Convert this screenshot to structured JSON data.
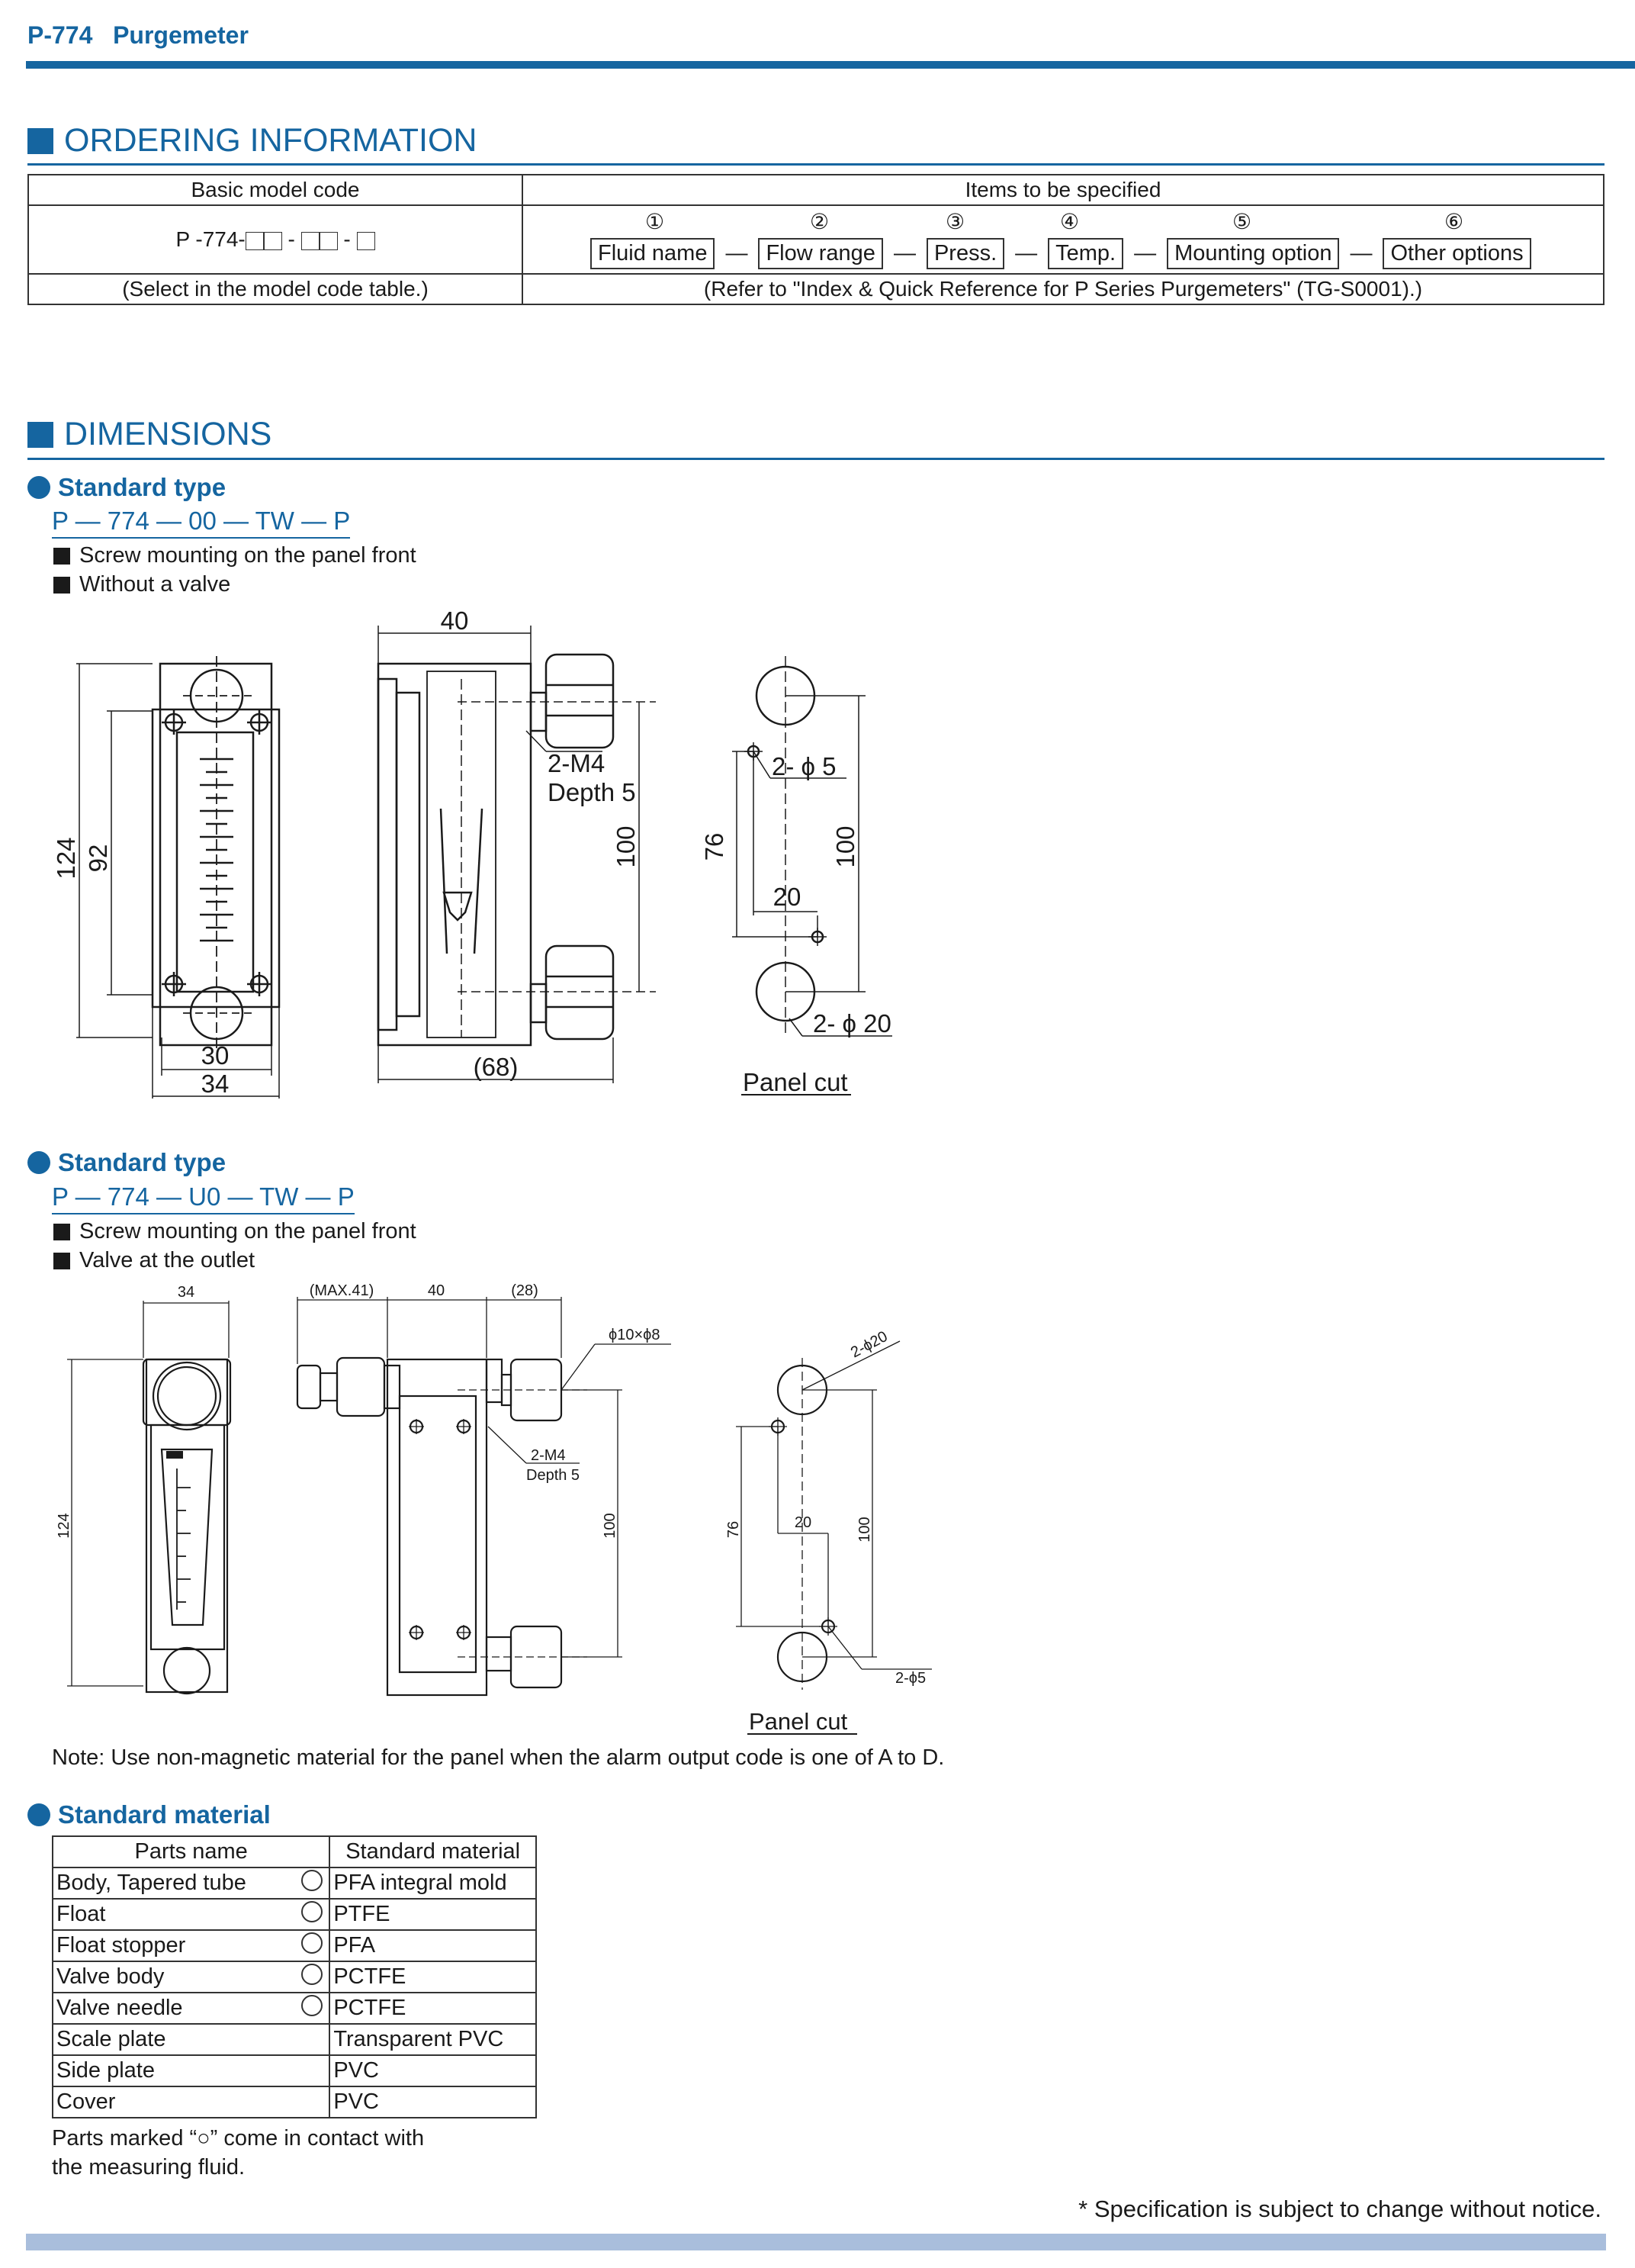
{
  "header": {
    "code": "P-774",
    "title": "Purgemeter"
  },
  "ordering": {
    "title": "ORDERING INFORMATION",
    "col1_header": "Basic model code",
    "col2_header": "Items to be specified",
    "model_code": "P -774-",
    "col1_note": "(Select in the model code table.)",
    "col2_note": "(Refer to \"Index & Quick Reference for P Series Purgemeters\" (TG-S0001).)",
    "items": [
      {
        "num": "①",
        "label": "Fluid name"
      },
      {
        "num": "②",
        "label": "Flow range"
      },
      {
        "num": "③",
        "label": "Press."
      },
      {
        "num": "④",
        "label": "Temp."
      },
      {
        "num": "⑤",
        "label": "Mounting option"
      },
      {
        "num": "⑥",
        "label": "Other options"
      }
    ],
    "dash": "—"
  },
  "dimensions": {
    "title": "DIMENSIONS",
    "std1": {
      "type": "Standard type",
      "model": "P — 774 — 00 — TW — P",
      "features": [
        "Screw mounting on the panel front",
        "Without a valve"
      ],
      "dims": {
        "w40": "40",
        "d124": "124",
        "d92": "92",
        "d30": "30",
        "d34": "34",
        "d68": "(68)",
        "m4": "2-M4",
        "depth": "Depth 5",
        "d100a": "100",
        "d76": "76",
        "phi5": "2- ϕ 5",
        "d20": "20",
        "d100b": "100",
        "phi20": "2- ϕ 20",
        "panel_cut": "Panel cut"
      }
    },
    "std2": {
      "type": "Standard type",
      "model": "P — 774 — U0 — TW — P",
      "features": [
        "Screw mounting on the panel front",
        "Valve at the outlet"
      ],
      "dims": {
        "d34": "34",
        "max41": "(MAX.41)",
        "d40": "40",
        "d28": "(28)",
        "phi10": "ϕ10×ϕ8",
        "m4": "2-M4",
        "depth": "Depth 5",
        "d124": "124",
        "d100a": "100",
        "phi20": "2-ϕ20",
        "d20": "20",
        "d76": "76",
        "d100b": "100",
        "phi5": "2-ϕ5",
        "panel_cut": "Panel cut"
      }
    },
    "note": "Note: Use non-magnetic material for the panel when the alarm output code is one of A to D."
  },
  "material": {
    "title": "Standard material",
    "headers": [
      "Parts name",
      "Standard material"
    ],
    "rows": [
      {
        "part": "Body, Tapered tube",
        "contact": true,
        "material": "PFA integral mold"
      },
      {
        "part": "Float",
        "contact": true,
        "material": "PTFE"
      },
      {
        "part": "Float stopper",
        "contact": true,
        "material": "PFA"
      },
      {
        "part": "Valve body",
        "contact": true,
        "material": "PCTFE"
      },
      {
        "part": "Valve needle",
        "contact": true,
        "material": "PCTFE"
      },
      {
        "part": "Scale plate",
        "contact": false,
        "material": "Transparent PVC"
      },
      {
        "part": "Side plate",
        "contact": false,
        "material": "PVC"
      },
      {
        "part": "Cover",
        "contact": false,
        "material": "PVC"
      }
    ],
    "note_line1": "Parts marked “○” come in contact with",
    "note_line2": "the measuring fluid."
  },
  "footer": {
    "notice": "* Specification is subject to change without notice."
  },
  "colors": {
    "accent": "#1565a0",
    "footer_bar": "#a9bedc"
  }
}
